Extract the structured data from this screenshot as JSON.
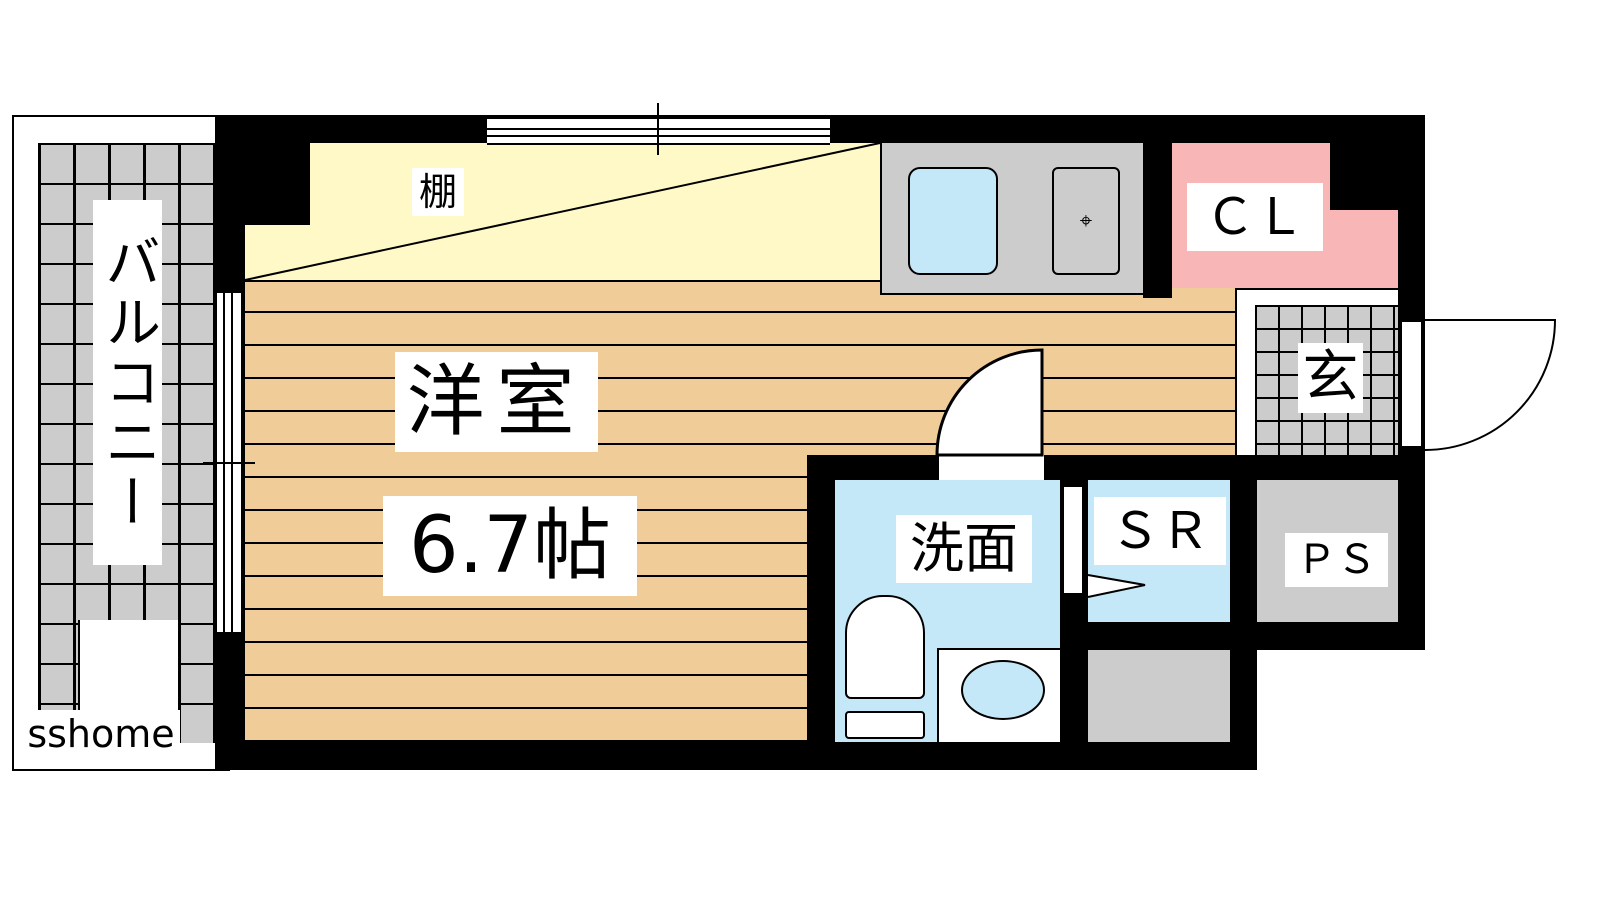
{
  "rooms": {
    "balcony": "バルコニー",
    "shelf": "棚",
    "western_room": "洋室",
    "western_room_size": "6.7帖",
    "closet": "ＣＬ",
    "entrance": "玄",
    "washroom": "洗面",
    "storage_room": "ＳＲ",
    "pipe_space": "ＰＳ"
  },
  "watermark": "sshome",
  "colors": {
    "wood": "#f0cc98",
    "shelf": "#fff9c8",
    "closet": "#f8b6b6",
    "water": "#c4e8f8",
    "grey": "#cccccc"
  }
}
